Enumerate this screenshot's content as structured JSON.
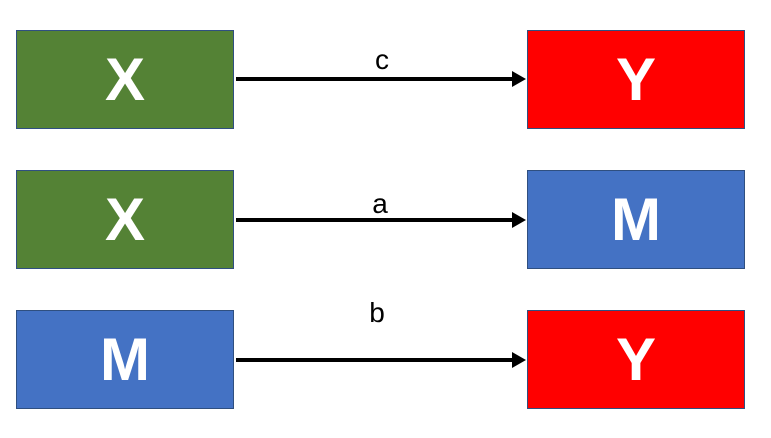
{
  "colors": {
    "x_box": "#548235",
    "m_box": "#4472c4",
    "y_box": "#ff0000",
    "arrow": "#000000"
  },
  "rows": [
    {
      "from": "X",
      "to": "Y",
      "label": "c"
    },
    {
      "from": "X",
      "to": "M",
      "label": "a"
    },
    {
      "from": "M",
      "to": "Y",
      "label": "b"
    }
  ]
}
